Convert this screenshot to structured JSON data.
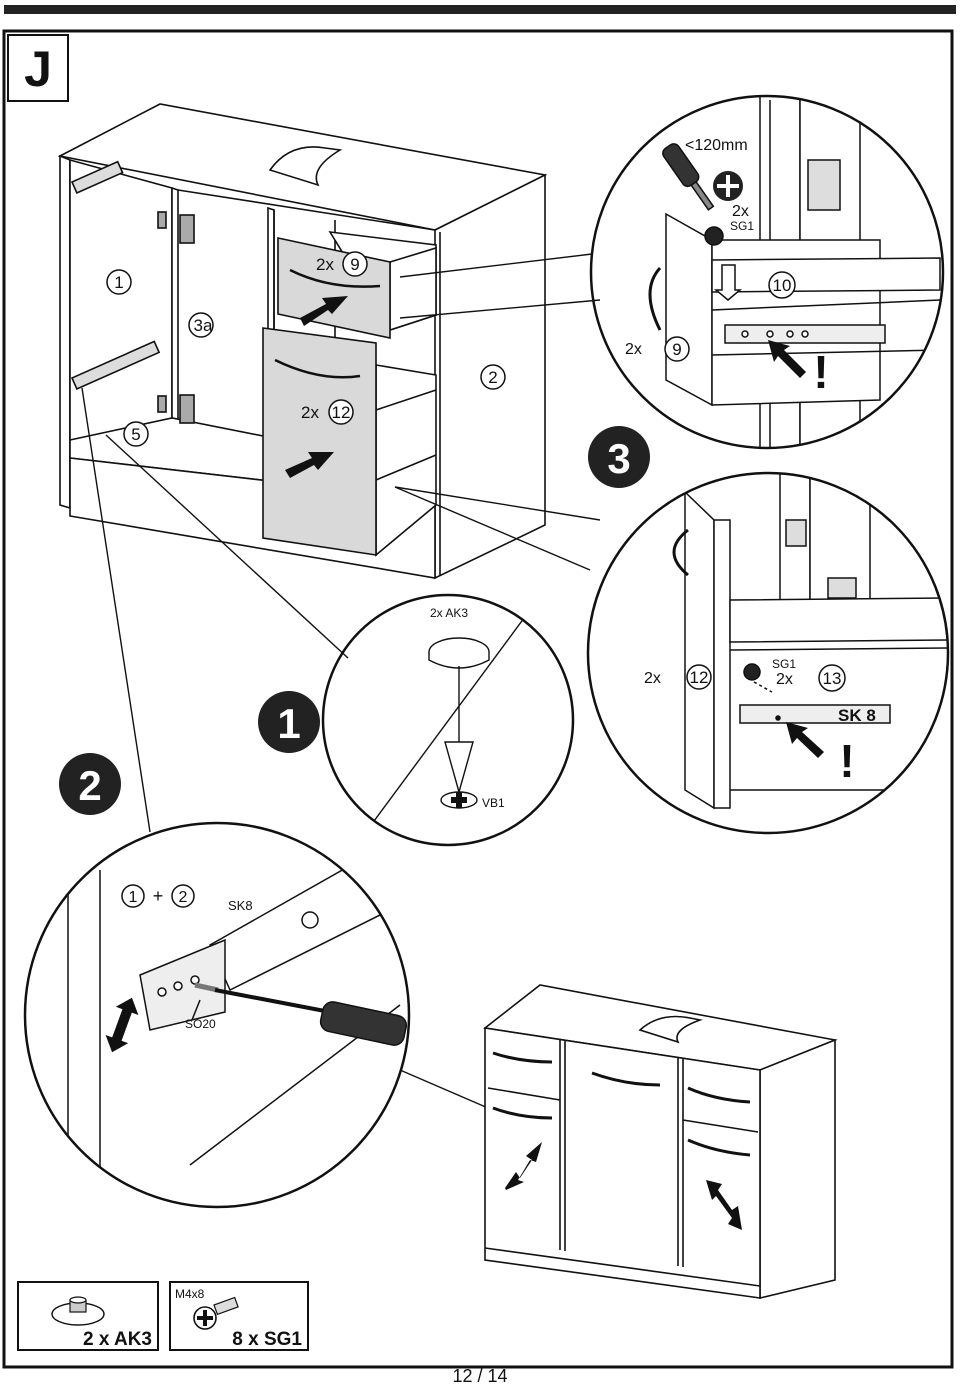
{
  "page": {
    "step_letter": "J",
    "page_number": "12 / 14"
  },
  "main_view": {
    "parts": {
      "p1": "1",
      "p2": "2",
      "p3a": "3a",
      "p5": "5"
    },
    "drawer_top": {
      "qty": "2x",
      "part": "9"
    },
    "drawer_bottom": {
      "qty": "2x",
      "part": "12"
    }
  },
  "step_badges": {
    "s1": "1",
    "s2": "2",
    "s3": "3"
  },
  "detail_top": {
    "clearance": "<120mm",
    "screw_qty": "2x",
    "screw_code": "SG1",
    "part_10": "10",
    "drawer_qty": "2x",
    "drawer_part": "9",
    "warning": "!"
  },
  "detail_mid": {
    "drawer_qty": "2x",
    "drawer_part": "12",
    "screw_code": "SG1",
    "screw_qty": "2x",
    "part_13": "13",
    "rail": "SK 8",
    "warning": "!"
  },
  "detail_foot": {
    "label": "2x AK3",
    "base": "VB1"
  },
  "detail_slide": {
    "p1": "1",
    "plus": "+",
    "p2": "2",
    "rail": "SK8",
    "screw": "SO20"
  },
  "hardware": {
    "ak3": {
      "label": "2 x AK3"
    },
    "sg1": {
      "size": "M4x8",
      "label": "8 x SG1"
    }
  }
}
